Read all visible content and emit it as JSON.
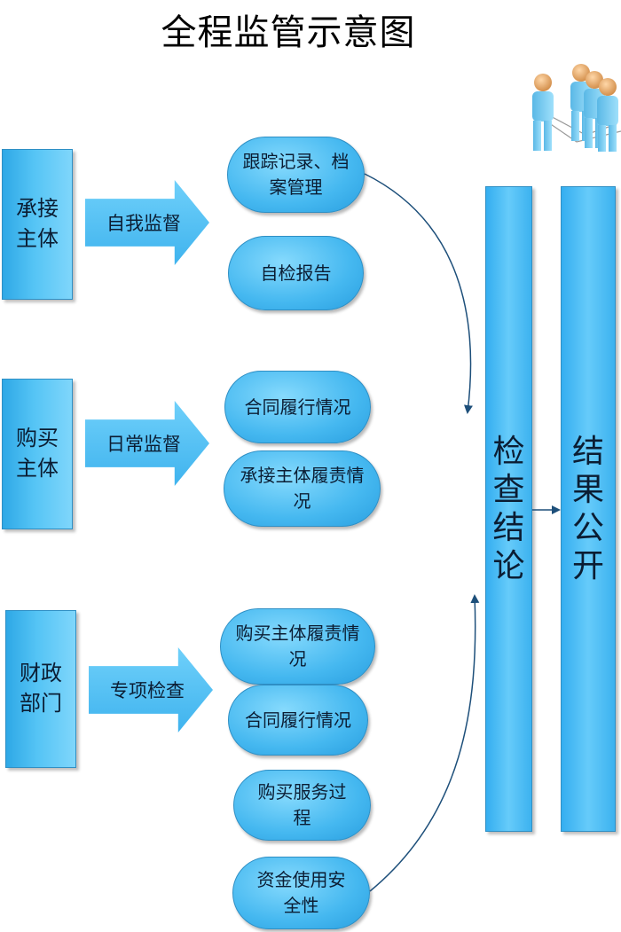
{
  "title": "全程监管示意图",
  "entities": {
    "contractor": "承接主体",
    "purchaser": "购买主体",
    "finance": "财政部门"
  },
  "arrows": {
    "self_supervision": "自我监督",
    "daily_supervision": "日常监督",
    "special_inspection": "专项检查"
  },
  "items": {
    "tracking_records": "跟踪记录、档案管理",
    "self_check_report": "自检报告",
    "contract_performance_1": "合同履行情况",
    "contractor_duty": "承接主体履责情况",
    "purchaser_duty": "购买主体履责情况",
    "contract_performance_2": "合同履行情况",
    "service_process": "购买服务过程",
    "fund_safety": "资金使用安全性"
  },
  "results": {
    "conclusion": "检查结论",
    "disclosure": "结果公开"
  },
  "colors": {
    "box_fill": "#55c4f5",
    "border": "#2f8fc4",
    "connector": "#1d4f7a"
  },
  "icons": {
    "people": "people-group-icon"
  }
}
